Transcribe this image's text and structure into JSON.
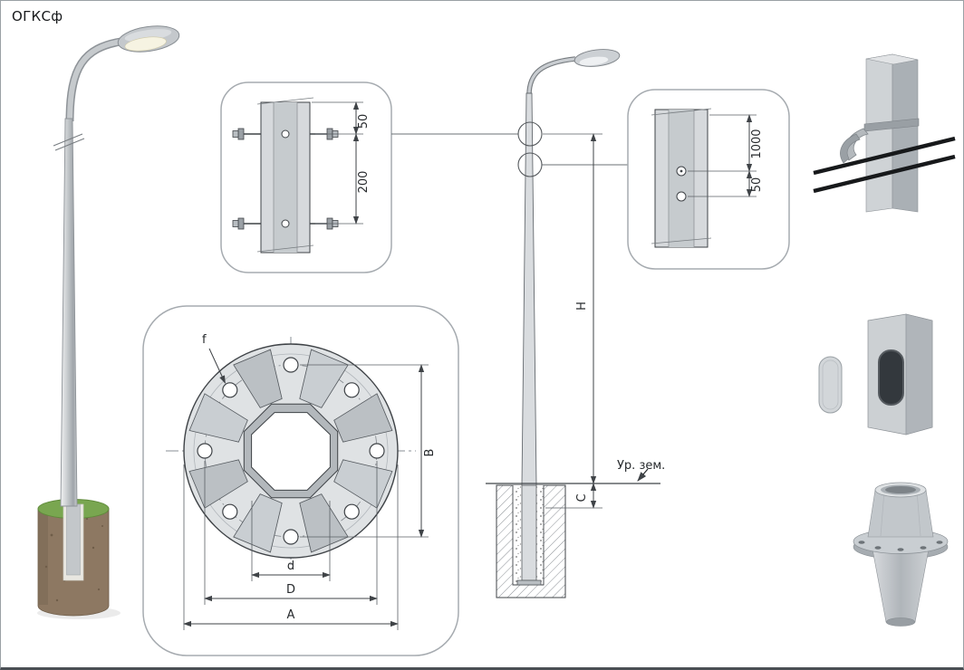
{
  "title": "ОГКСф",
  "ground_label": "Ур. зем.",
  "dims": {
    "top_detail_offset": "50",
    "top_detail_spacing": "200",
    "side_detail_top": "1000",
    "side_detail_spacing": "50",
    "pole_height": "H",
    "embed_depth": "C",
    "flange_outer": "A",
    "flange_bolt_vertical": "B",
    "flange_bolt_circle": "D",
    "flange_inner": "d",
    "flange_hole": "f"
  },
  "colors": {
    "line": "#3f4347",
    "box_border": "#a6abb0",
    "metal_light": "#d6d9dc",
    "metal_mid": "#b9bec2",
    "grass": "#79a650",
    "soil": "#8d7862",
    "cable": "#17191b"
  }
}
